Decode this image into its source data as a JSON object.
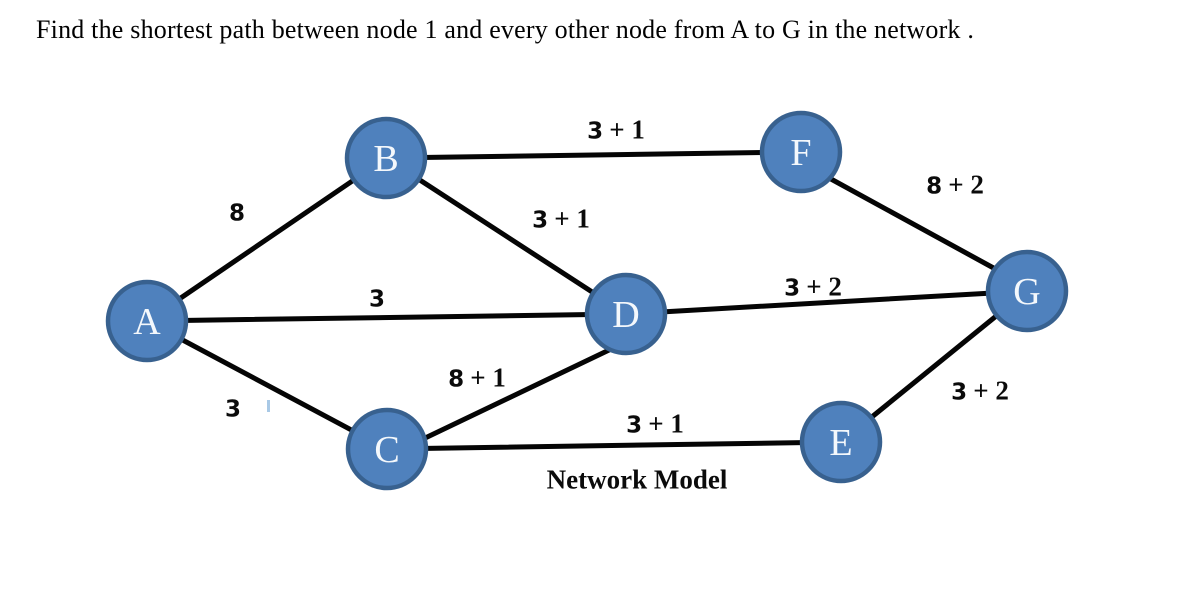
{
  "title": "Find the shortest path between node 1 and every other node from A to G in the network .",
  "caption": "Network Model",
  "colors": {
    "background": "#ffffff",
    "node_fill": "#4f81bd",
    "node_border": "#38618f",
    "node_letter": "#f4f8fc",
    "edge_line": "#050505",
    "label_text": "#0b0b0b"
  },
  "nodes": [
    {
      "id": "A",
      "label": "A"
    },
    {
      "id": "B",
      "label": "B"
    },
    {
      "id": "C",
      "label": "C"
    },
    {
      "id": "D",
      "label": "D"
    },
    {
      "id": "E",
      "label": "E"
    },
    {
      "id": "F",
      "label": "F"
    },
    {
      "id": "G",
      "label": "G"
    }
  ],
  "edges": [
    {
      "from": "A",
      "to": "B",
      "weight": "8",
      "weight_num": "8",
      "weight_rest": ""
    },
    {
      "from": "A",
      "to": "D",
      "weight": "3",
      "weight_num": "3",
      "weight_rest": ""
    },
    {
      "from": "A",
      "to": "C",
      "weight": "3",
      "weight_num": "3",
      "weight_rest": ""
    },
    {
      "from": "B",
      "to": "F",
      "weight": "3 + 1",
      "weight_num": "3",
      "weight_rest": "+ 1"
    },
    {
      "from": "B",
      "to": "D",
      "weight": "3 + 1",
      "weight_num": "3",
      "weight_rest": "+ 1"
    },
    {
      "from": "C",
      "to": "D",
      "weight": "8 + 1",
      "weight_num": "8",
      "weight_rest": "+ 1"
    },
    {
      "from": "C",
      "to": "E",
      "weight": "3 + 1",
      "weight_num": "3",
      "weight_rest": "+ 1"
    },
    {
      "from": "D",
      "to": "G",
      "weight": "3 + 2",
      "weight_num": "3",
      "weight_rest": "+ 2"
    },
    {
      "from": "F",
      "to": "G",
      "weight": "8 + 2",
      "weight_num": "8",
      "weight_rest": "+ 2"
    },
    {
      "from": "E",
      "to": "G",
      "weight": "3 + 2",
      "weight_num": "3",
      "weight_rest": "+ 2"
    }
  ]
}
